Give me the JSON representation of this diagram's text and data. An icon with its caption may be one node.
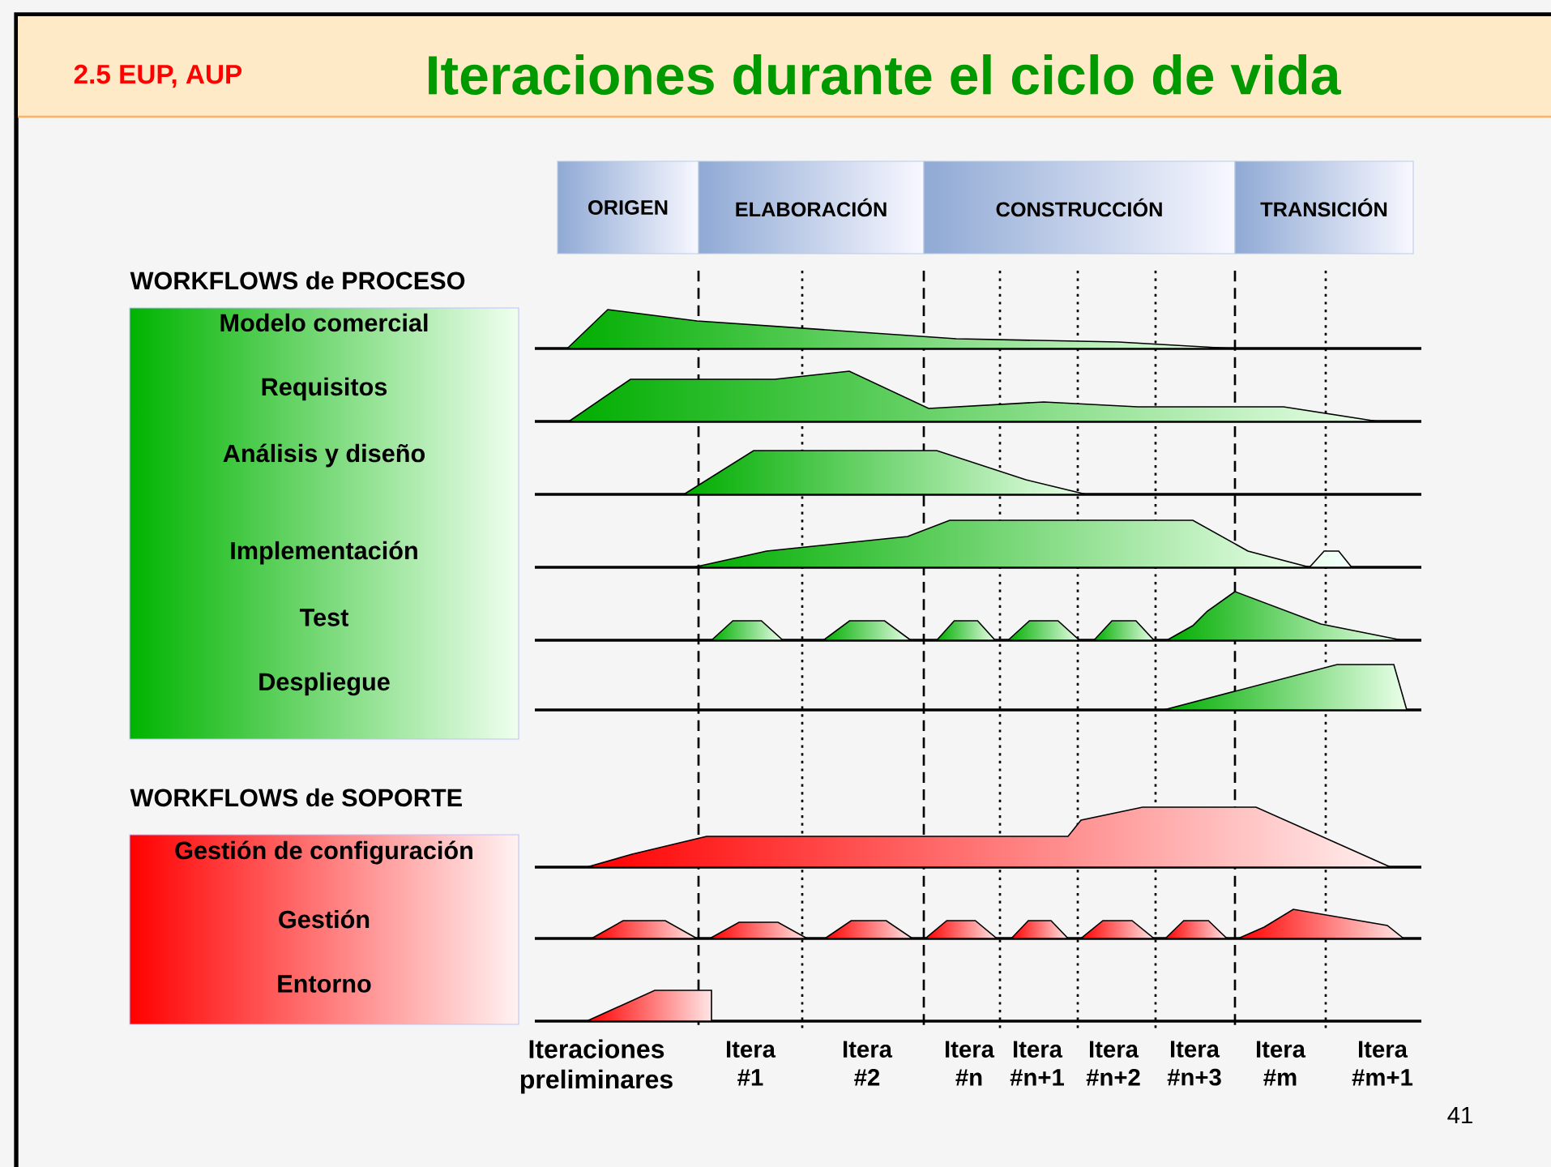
{
  "diagram": {
    "title": "Iteraciones durante el ciclo de vida",
    "nodes": [
      {
        "text": [
          "ORIGEN"
        ]
      },
      {
        "text": [
          "ELABORACIÓN"
        ]
      },
      {
        "text": [
          "CONSTRUCCIÓN"
        ]
      },
      {
        "text": [
          "TRANSICIÓN"
        ]
      },
      {
        "text": [
          "WORKFLOWS de PROCESO",
          "Modelo comercial",
          "Requisitos",
          "Análisis y diseño",
          "Implementación",
          "Test",
          "Despliegue"
        ]
      },
      {
        "text": [
          "WORKFLOWS de SOPORTE",
          "Gestión de configuración",
          "Gestión",
          "Entorno"
        ]
      }
    ],
    "edges": [],
    "labels": [
      "2.5 EUP, AUP",
      "Iteraciones preliminares",
      "Itera #1",
      "Itera #2",
      "Itera #n",
      "Itera #n+1",
      "Itera #n+2",
      "Itera #n+3",
      "Itera #m",
      "Itera #m+1",
      "41"
    ]
  }
}
